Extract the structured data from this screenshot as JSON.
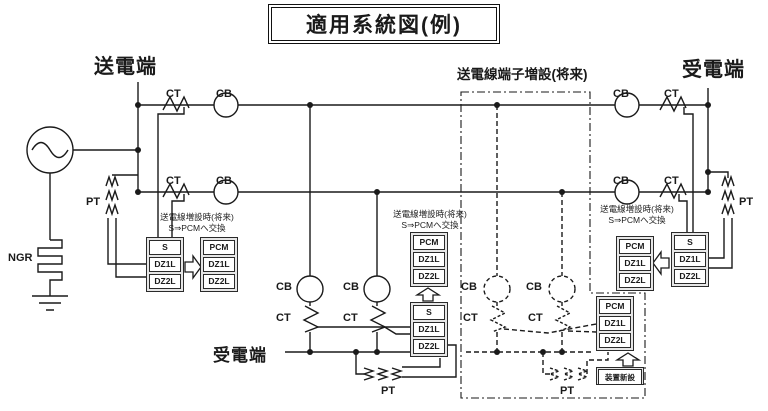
{
  "title": "適用系統図(例)",
  "terminals": {
    "sending": "送電端",
    "receiving_top": "受電端",
    "receiving_bottom": "受電端"
  },
  "region_label": "送電線端子増設(将来)",
  "device_labels": {
    "ct": "CT",
    "cb": "CB",
    "pt": "PT",
    "ngr": "NGR"
  },
  "relay_note": {
    "line1": "送電線増設時(将来)",
    "line2": "S⇒PCMへ交換"
  },
  "new_equipment_label": "装置新設",
  "relays": {
    "current": [
      "S",
      "DZ1L",
      "DZ2L"
    ],
    "future": [
      "PCM",
      "DZ1L",
      "DZ2L"
    ]
  },
  "colors": {
    "line": "#1a1a1a",
    "relay_box_fill": "#e6e6e6",
    "background": "#ffffff"
  }
}
